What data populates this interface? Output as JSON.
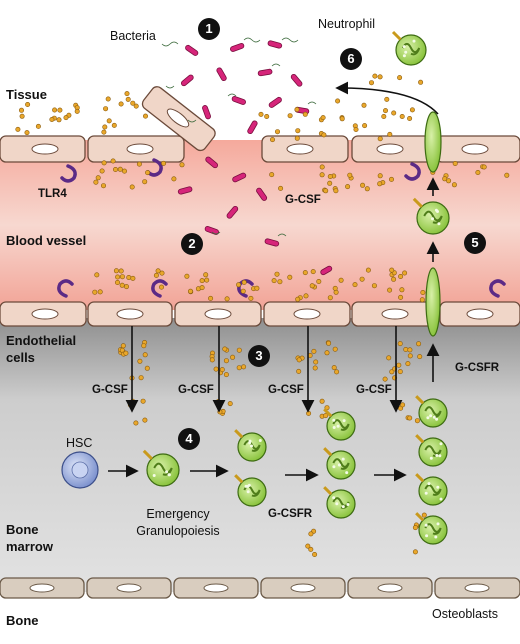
{
  "regions": {
    "tissue": "Tissue",
    "blood_vessel": "Blood vessel",
    "endothelial_1": "Endothelial",
    "endothelial_2": "cells",
    "bone_marrow_1": "Bone",
    "bone_marrow_2": "marrow",
    "bone": "Bone"
  },
  "labels": {
    "bacteria": "Bacteria",
    "neutrophil": "Neutrophil",
    "tlr4": "TLR4",
    "gcsf": "G-CSF",
    "gcsfr": "G-CSFR",
    "hsc": "HSC",
    "emergency_1": "Emergency",
    "emergency_2": "Granulopoiesis",
    "osteoblasts": "Osteoblasts"
  },
  "steps": [
    "1",
    "2",
    "3",
    "4",
    "5",
    "6"
  ],
  "colors": {
    "tissue_bg": "#ffffff",
    "vessel": "#f3b6ad",
    "marrow": "#bfbfbf",
    "endothelial_cell": "#f0d6c8",
    "bone_cell": "#d9cdbf",
    "bacteria": "#d6257a",
    "gcsf_dot": "#e9a72b",
    "neutrophil": "#8cc63f",
    "receptor": "#5b2a86",
    "hsc": "#7f98d6"
  }
}
